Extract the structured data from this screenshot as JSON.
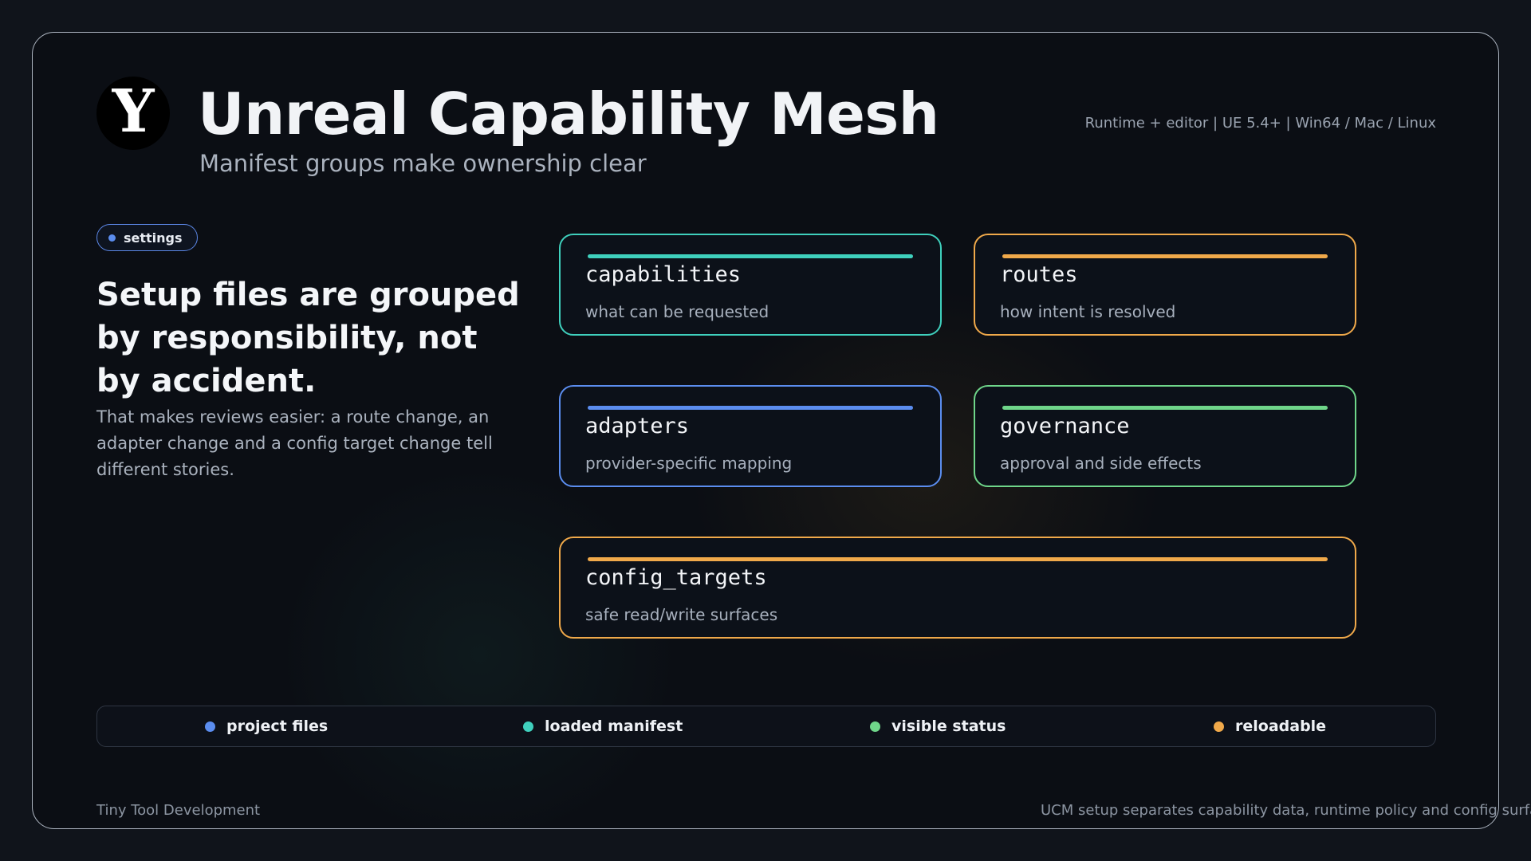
{
  "header": {
    "logo_letter": "Y",
    "title": "Unreal Capability Mesh",
    "subtitle": "Manifest groups make ownership clear",
    "meta": "Runtime + editor  |  UE 5.4+  |  Win64 / Mac / Linux"
  },
  "intro": {
    "tag": "settings",
    "headline": "Setup files are grouped by responsibility, not by accident.",
    "body": "That makes reviews easier: a route change, an adapter change and a config target change tell different stories."
  },
  "cards": [
    {
      "name": "capabilities",
      "desc": "what can be requested",
      "color": "#3fd0bd"
    },
    {
      "name": "routes",
      "desc": "how intent is resolved",
      "color": "#f0a94a"
    },
    {
      "name": "adapters",
      "desc": "provider-specific mapping",
      "color": "#5b8def"
    },
    {
      "name": "governance",
      "desc": "approval and side effects",
      "color": "#6fd68a"
    },
    {
      "name": "config_targets",
      "desc": "safe read/write surfaces",
      "color": "#f0a94a"
    }
  ],
  "legend": [
    {
      "label": "project files",
      "color": "#5b8def"
    },
    {
      "label": "loaded manifest",
      "color": "#3fd0bd"
    },
    {
      "label": "visible status",
      "color": "#6fd68a"
    },
    {
      "label": "reloadable",
      "color": "#f0a94a"
    }
  ],
  "footer": {
    "left": "Tiny Tool Development",
    "right": "UCM setup separates capability data, runtime policy and config surfaces."
  }
}
